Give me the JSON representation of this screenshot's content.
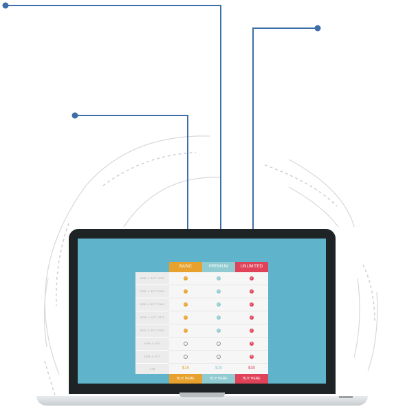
{
  "colors": {
    "basic": "#e8a12c",
    "premium": "#8fcbd0",
    "unlimited": "#e0425a",
    "screen": "#5fb4cb",
    "laptop_bezel": "#1e2326",
    "callout_line": "#3c6ea8"
  },
  "plans": [
    {
      "key": "basic",
      "name": "BASIC",
      "price": "$15",
      "buy": "BUY HERE"
    },
    {
      "key": "premium",
      "name": "PREMIUM",
      "price": "$25",
      "buy": "BUY HERE"
    },
    {
      "key": "unlimited",
      "name": "UNLIMITED",
      "price": "$30",
      "buy": "BUY HERE"
    }
  ],
  "features": [
    {
      "label": "5GB 4  ACT 3TG",
      "basic": "check",
      "premium": "check",
      "unlimited": "check"
    },
    {
      "label": "2GB 4  3ET PNG",
      "basic": "check",
      "premium": "check",
      "unlimited": "check"
    },
    {
      "label": "5GB 4  3ET PNG",
      "basic": "check",
      "premium": "check",
      "unlimited": "check"
    },
    {
      "label": "5GB 4  4ZT 3TG",
      "basic": "check",
      "premium": "check",
      "unlimited": "check"
    },
    {
      "label": "5PG 4  3ET PNG",
      "basic": "check",
      "premium": "check",
      "unlimited": "check"
    },
    {
      "label": "5GB 4  4ZC",
      "basic": "empty",
      "premium": "empty",
      "unlimited": "cross"
    },
    {
      "label": "5GB 4  4CT",
      "basic": "empty",
      "premium": "empty",
      "unlimited": "cross"
    }
  ],
  "price_row_label": "4.95",
  "callouts": [
    "basic",
    "premium",
    "unlimited"
  ]
}
